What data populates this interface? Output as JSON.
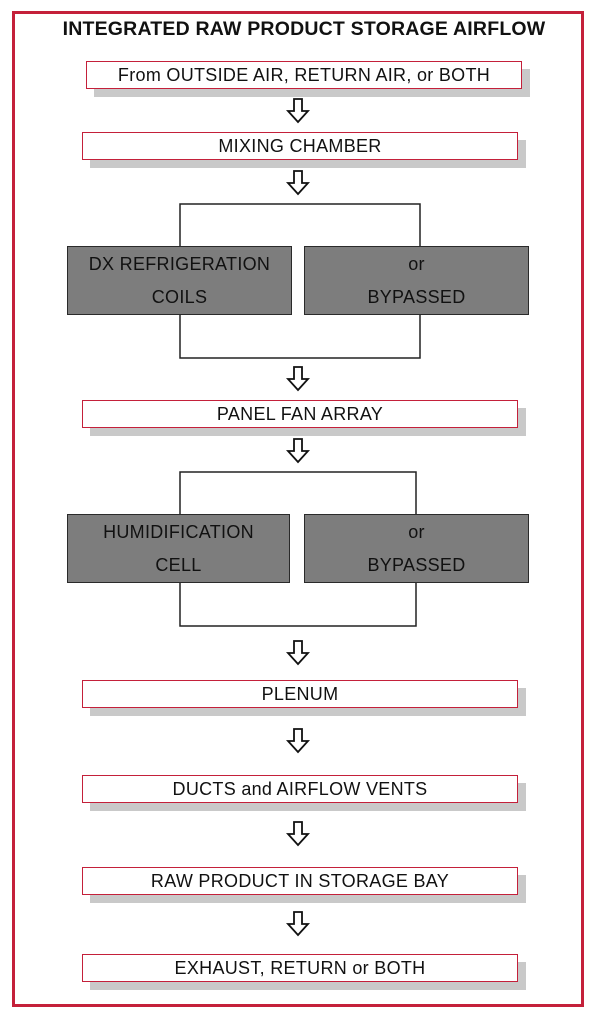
{
  "title": "INTEGRATED RAW PRODUCT STORAGE AIRFLOW",
  "steps": {
    "source": "From OUTSIDE AIR, RETURN AIR, or BOTH",
    "mixing": "MIXING CHAMBER",
    "fan": "PANEL FAN ARRAY",
    "plenum": "PLENUM",
    "ducts": "DUCTS and AIRFLOW VENTS",
    "storage": "RAW PRODUCT IN STORAGE BAY",
    "exhaust": "EXHAUST, RETURN or BOTH"
  },
  "branch_cooling": {
    "left": [
      "DX REFRIGERATION",
      "COILS"
    ],
    "right": [
      "or",
      "BYPASSED"
    ]
  },
  "branch_humidity": {
    "left": [
      "HUMIDIFICATION",
      "CELL"
    ],
    "right": [
      "or",
      "BYPASSED"
    ]
  },
  "colors": {
    "border_red": "#c4203a",
    "gray_box": "#7d7d7d",
    "shadow": "#c9c9c9"
  }
}
